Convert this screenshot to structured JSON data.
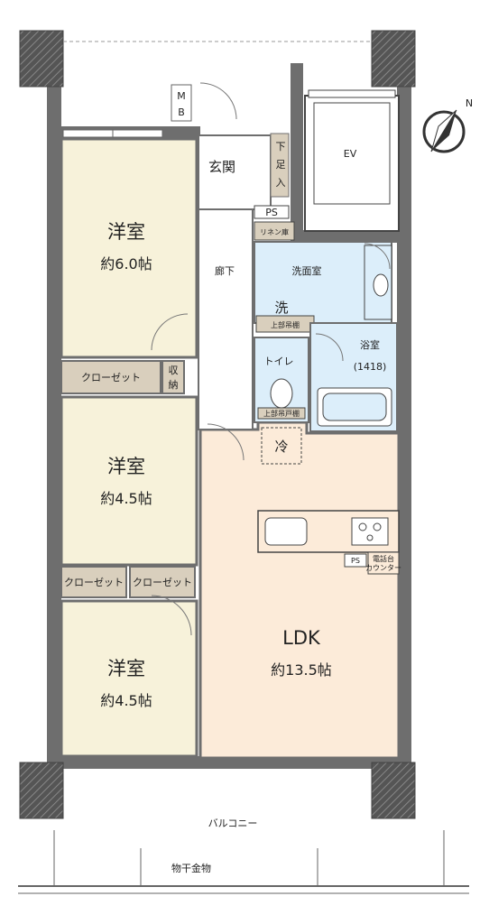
{
  "rooms": {
    "western_room_1": {
      "name": "洋室",
      "area": "約6.0帖"
    },
    "western_room_2": {
      "name": "洋室",
      "area": "約4.5帖"
    },
    "western_room_3": {
      "name": "洋室",
      "area": "約4.5帖"
    },
    "ldk": {
      "name": "LDK",
      "area": "約13.5帖"
    },
    "entrance": "玄関",
    "shoe_box": [
      "下",
      "足",
      "入"
    ],
    "hallway": "廊下",
    "washroom": "洗面室",
    "washer": "洗",
    "upper_cabinet": "上部吊棚",
    "linen": "リネン庫",
    "toilet": "トイレ",
    "toilet_cabinet": "上部吊戸棚",
    "bathroom": "浴室",
    "bath_size": "(1418)",
    "fridge": "冷",
    "elevator": "EV",
    "mb": [
      "M",
      "B"
    ],
    "ps_top": "PS",
    "ps_kitchen": "PS",
    "closet_1": "クローゼット",
    "storage": [
      "収",
      "納"
    ],
    "closet_2": "クローゼット",
    "closet_3": "クローゼット",
    "phone_counter": [
      "電話台",
      "カウンター"
    ],
    "balcony": "バルコニー",
    "laundry_pole": "物干金物",
    "compass": "N"
  },
  "colors": {
    "western_room": "#f7f2da",
    "ldk": "#fcebd9",
    "wet_area": "#dceefa",
    "closet": "#d9cfbd",
    "wall": "#6e6e6e",
    "column": "#4a4a4a"
  }
}
